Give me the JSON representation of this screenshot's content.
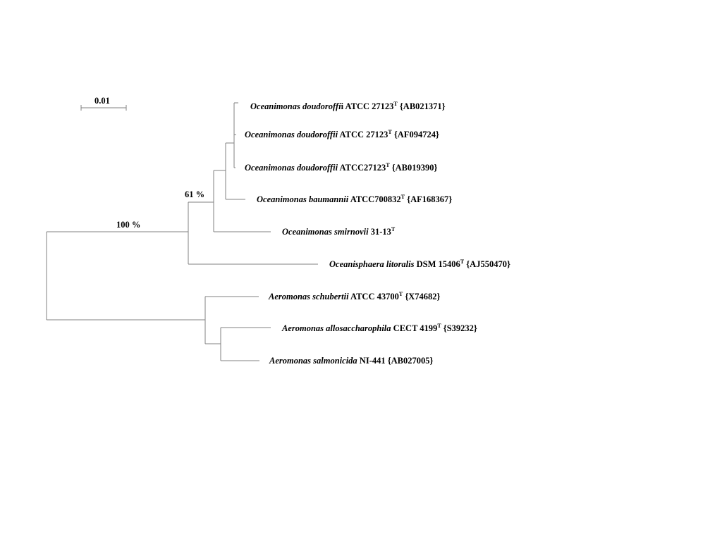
{
  "scale_bar": {
    "label": "0.01"
  },
  "bootstrap": {
    "root": "100 %",
    "oceanimonas_clade": "61 %"
  },
  "taxa": [
    {
      "species": "Oceanimonas doudoroffi",
      "species_tail": "i",
      "strain": "ATCC 27123",
      "type_strain": "T",
      "accession": "{AB021371}"
    },
    {
      "species": "Oceanimonas doudoroffii",
      "species_tail": "",
      "strain": "ATCC 27123",
      "type_strain": "T",
      "accession": "{AF094724}"
    },
    {
      "species": "Oceanimonas doudoroffii",
      "species_tail": "",
      "strain": "ATCC27123",
      "type_strain": "T",
      "accession": "{AB019390}"
    },
    {
      "species": "Oceanimonas baumannii",
      "species_tail": "",
      "strain": "ATCC700832",
      "type_strain": "T",
      "accession": "{AF168367}"
    },
    {
      "species": "Oceanimonas smirnovii",
      "species_tail": "",
      "strain": "31-13",
      "type_strain": "T",
      "accession": ""
    },
    {
      "species": "Oceanisphaera litoralis",
      "species_tail": "",
      "strain": "DSM 15406",
      "type_strain": "T",
      "accession": "{AJ550470}"
    },
    {
      "species": "Aeromonas schubertii",
      "species_tail": "",
      "strain": "ATCC 43700",
      "type_strain": "T",
      "accession": "{X74682}"
    },
    {
      "species": "Aeromonas allosaccharophila",
      "species_tail": "",
      "strain": "CECT 4199",
      "type_strain": "T",
      "accession": "{S39232}"
    },
    {
      "species": "Aeromonas salmonicida",
      "species_tail": "",
      "strain": "NI-441",
      "type_strain": "",
      "accession": "{AB027005}"
    }
  ]
}
